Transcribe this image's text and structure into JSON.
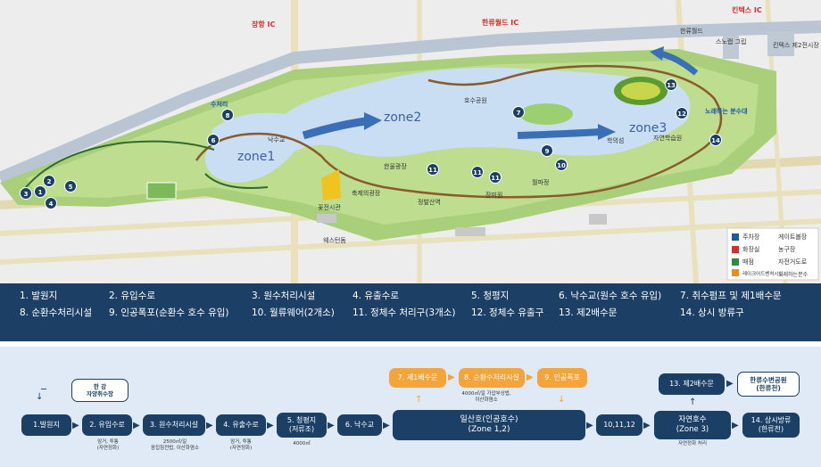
{
  "map": {
    "zones": [
      "zone1",
      "zone2",
      "zone3"
    ],
    "ic_labels": [
      "장항 IC",
      "한류월드 IC",
      "킨텍스 IC"
    ],
    "labels": {
      "waterfall_label": "수처리",
      "singing_fountain": "노래하는 분수대",
      "hanryu_world": "한류월드",
      "leadway_sports": "스노랩 그립",
      "kintex": "킨텍스 제2전시장",
      "lake_center": "호수공원",
      "hanul_square": "한울광장",
      "station": "정발산역",
      "tesco": "웨스턴돔",
      "weolpa": "월파정",
      "festival": "축제의광장",
      "flower_exhibit": "꽃전시관",
      "natural_island": "자연학습원",
      "rose_garden": "장미원",
      "lake_gyo": "낙수교",
      "crane_island": "학의섬"
    },
    "map_legend": [
      "주차장",
      "게이트볼장",
      "화장실",
      "농구장",
      "매점",
      "자전거도로",
      "레이크어드벤처시설",
      "노래하는분수"
    ],
    "pins": [
      "1",
      "2",
      "3",
      "4",
      "5",
      "6",
      "7",
      "8",
      "9",
      "10",
      "11",
      "12",
      "13",
      "14"
    ]
  },
  "legend": {
    "items": [
      "1.  발원지",
      "2.  유입수로",
      "3.  원수처리시설",
      "4.  유출수로",
      "5.  청평지",
      "6.  낙수교(원수 호수 유입)",
      "7.  취수펌프 및 제1배수문",
      "8.  순환수처리시설",
      "9.  인공폭포(순환수 호수 유입)",
      "10.  월류웨어(2개소)",
      "11.  정체수 처리구(3개소)",
      "12.  정체수 유출구",
      "13.  제2배수문",
      "14.  상시 방류구"
    ]
  },
  "flow": {
    "source_river": "한  강\n자양취수장",
    "b1": "1.발원지",
    "b2": "2. 유입수로",
    "b3": "3. 원수처리시설",
    "b4": "4. 유출수로",
    "b5": "5. 청평지\n(저류조)",
    "b6": "6. 낙수교",
    "b7": "7. 제1배수문",
    "b8": "8. 순환수처리시설",
    "b9": "9. 인공폭포",
    "lake": "일산호(인공호수)\n(Zone 1,2)",
    "b10": "10,11,12",
    "b13": "13. 제2배수문",
    "natural_lake": "자연호수\n(Zone 3)",
    "hanryu": "한류수변공원\n(한류천)",
    "b14": "14. 상시방류\n(한류천)",
    "note2": "암거, 투통\n(자연정화)",
    "note3": "2500㎥/일\n응집침전법, 이산화염소",
    "note4": "암거, 투통\n(자연정화)",
    "note5": "4000㎥",
    "note8": "4000㎥/일 가압부상법,\n이산화염소",
    "note_nat": "자연정화 처리"
  }
}
